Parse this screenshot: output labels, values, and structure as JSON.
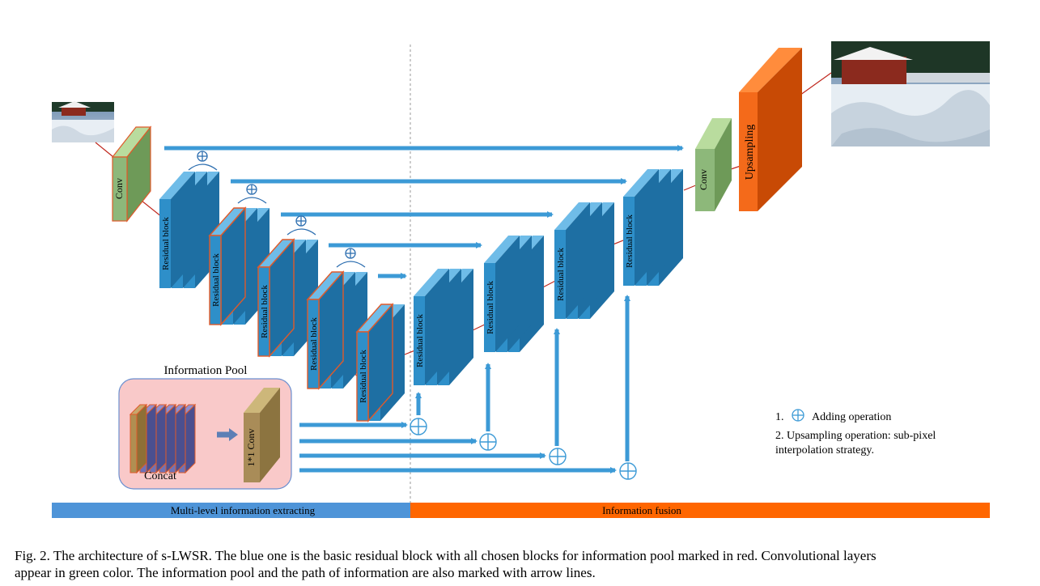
{
  "labels": {
    "residual_block": "Residual block",
    "conv": "Conv",
    "upsampling": "Upsampling",
    "info_pool_title": "Information Pool",
    "concat": "Concat",
    "conv_1x1": "1*1 Conv"
  },
  "legend": {
    "item1_number": "1.",
    "item1_text": "Adding operation",
    "item2_line1": "2.  Upsampling operation: sub-pixel",
    "item2_line2": "interpolation strategy."
  },
  "bottom_bar": {
    "left_label": "Multi-level information extracting",
    "right_label": "Information fusion"
  },
  "caption": {
    "line1": "Fig. 2.  The architecture of s-LWSR. The blue one is the basic residual block with all chosen blocks for information pool marked in red. Convolutional layers",
    "line2": "appear in green color. The information pool and the path of information are also marked with arrow lines."
  },
  "colors": {
    "block_blue": "#2E8FC9",
    "block_top": "#6FBCE8",
    "block_side": "#1E6FA3",
    "conv_green": "#8DB87A",
    "upsampling_orange": "#F46A1A",
    "highlight_red": "#E05A2A",
    "arrow_blue": "#3C9AD6",
    "pool_pink": "#F9C9C9",
    "bar_blue": "#4E94D8",
    "bar_orange": "#FF6600"
  }
}
